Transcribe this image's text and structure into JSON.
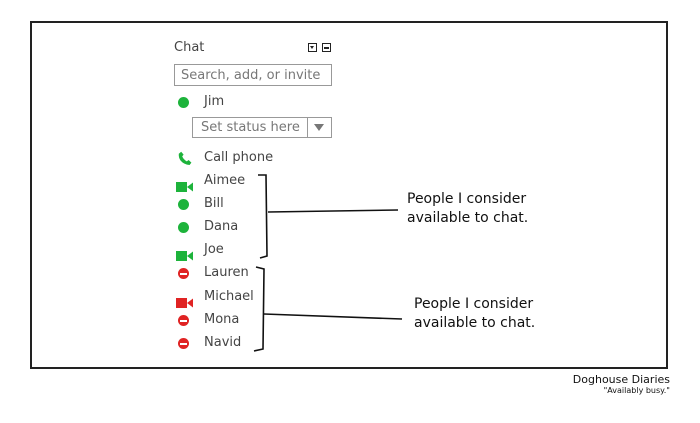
{
  "chat": {
    "title": "Chat",
    "search_placeholder": "Search, add, or invite",
    "user": {
      "name": "Jim",
      "status_placeholder": "Set status here"
    },
    "call_label": "Call phone",
    "available_contacts": [
      "Aimee",
      "Bill",
      "Dana",
      "Joe"
    ],
    "busy_contacts": [
      "Lauren",
      "Michael",
      "Mona",
      "Navid"
    ]
  },
  "annotations": {
    "available_line1": "People I consider",
    "available_line2": "available to chat.",
    "busy_line1": "People I consider",
    "busy_line2": "available to chat."
  },
  "credit": {
    "title": "Doghouse Diaries",
    "subtitle": "\"Availably busy.\""
  },
  "icons": {
    "menu": "dropdown-menu-icon",
    "minimize": "minimize-icon",
    "online": "green-dot-icon",
    "phone": "phone-icon",
    "video_available": "green-video-camera-icon",
    "video_busy": "red-video-camera-icon",
    "busy": "no-entry-icon"
  },
  "colors": {
    "available": "#1db33b",
    "busy": "#e02323",
    "border": "#222222"
  }
}
